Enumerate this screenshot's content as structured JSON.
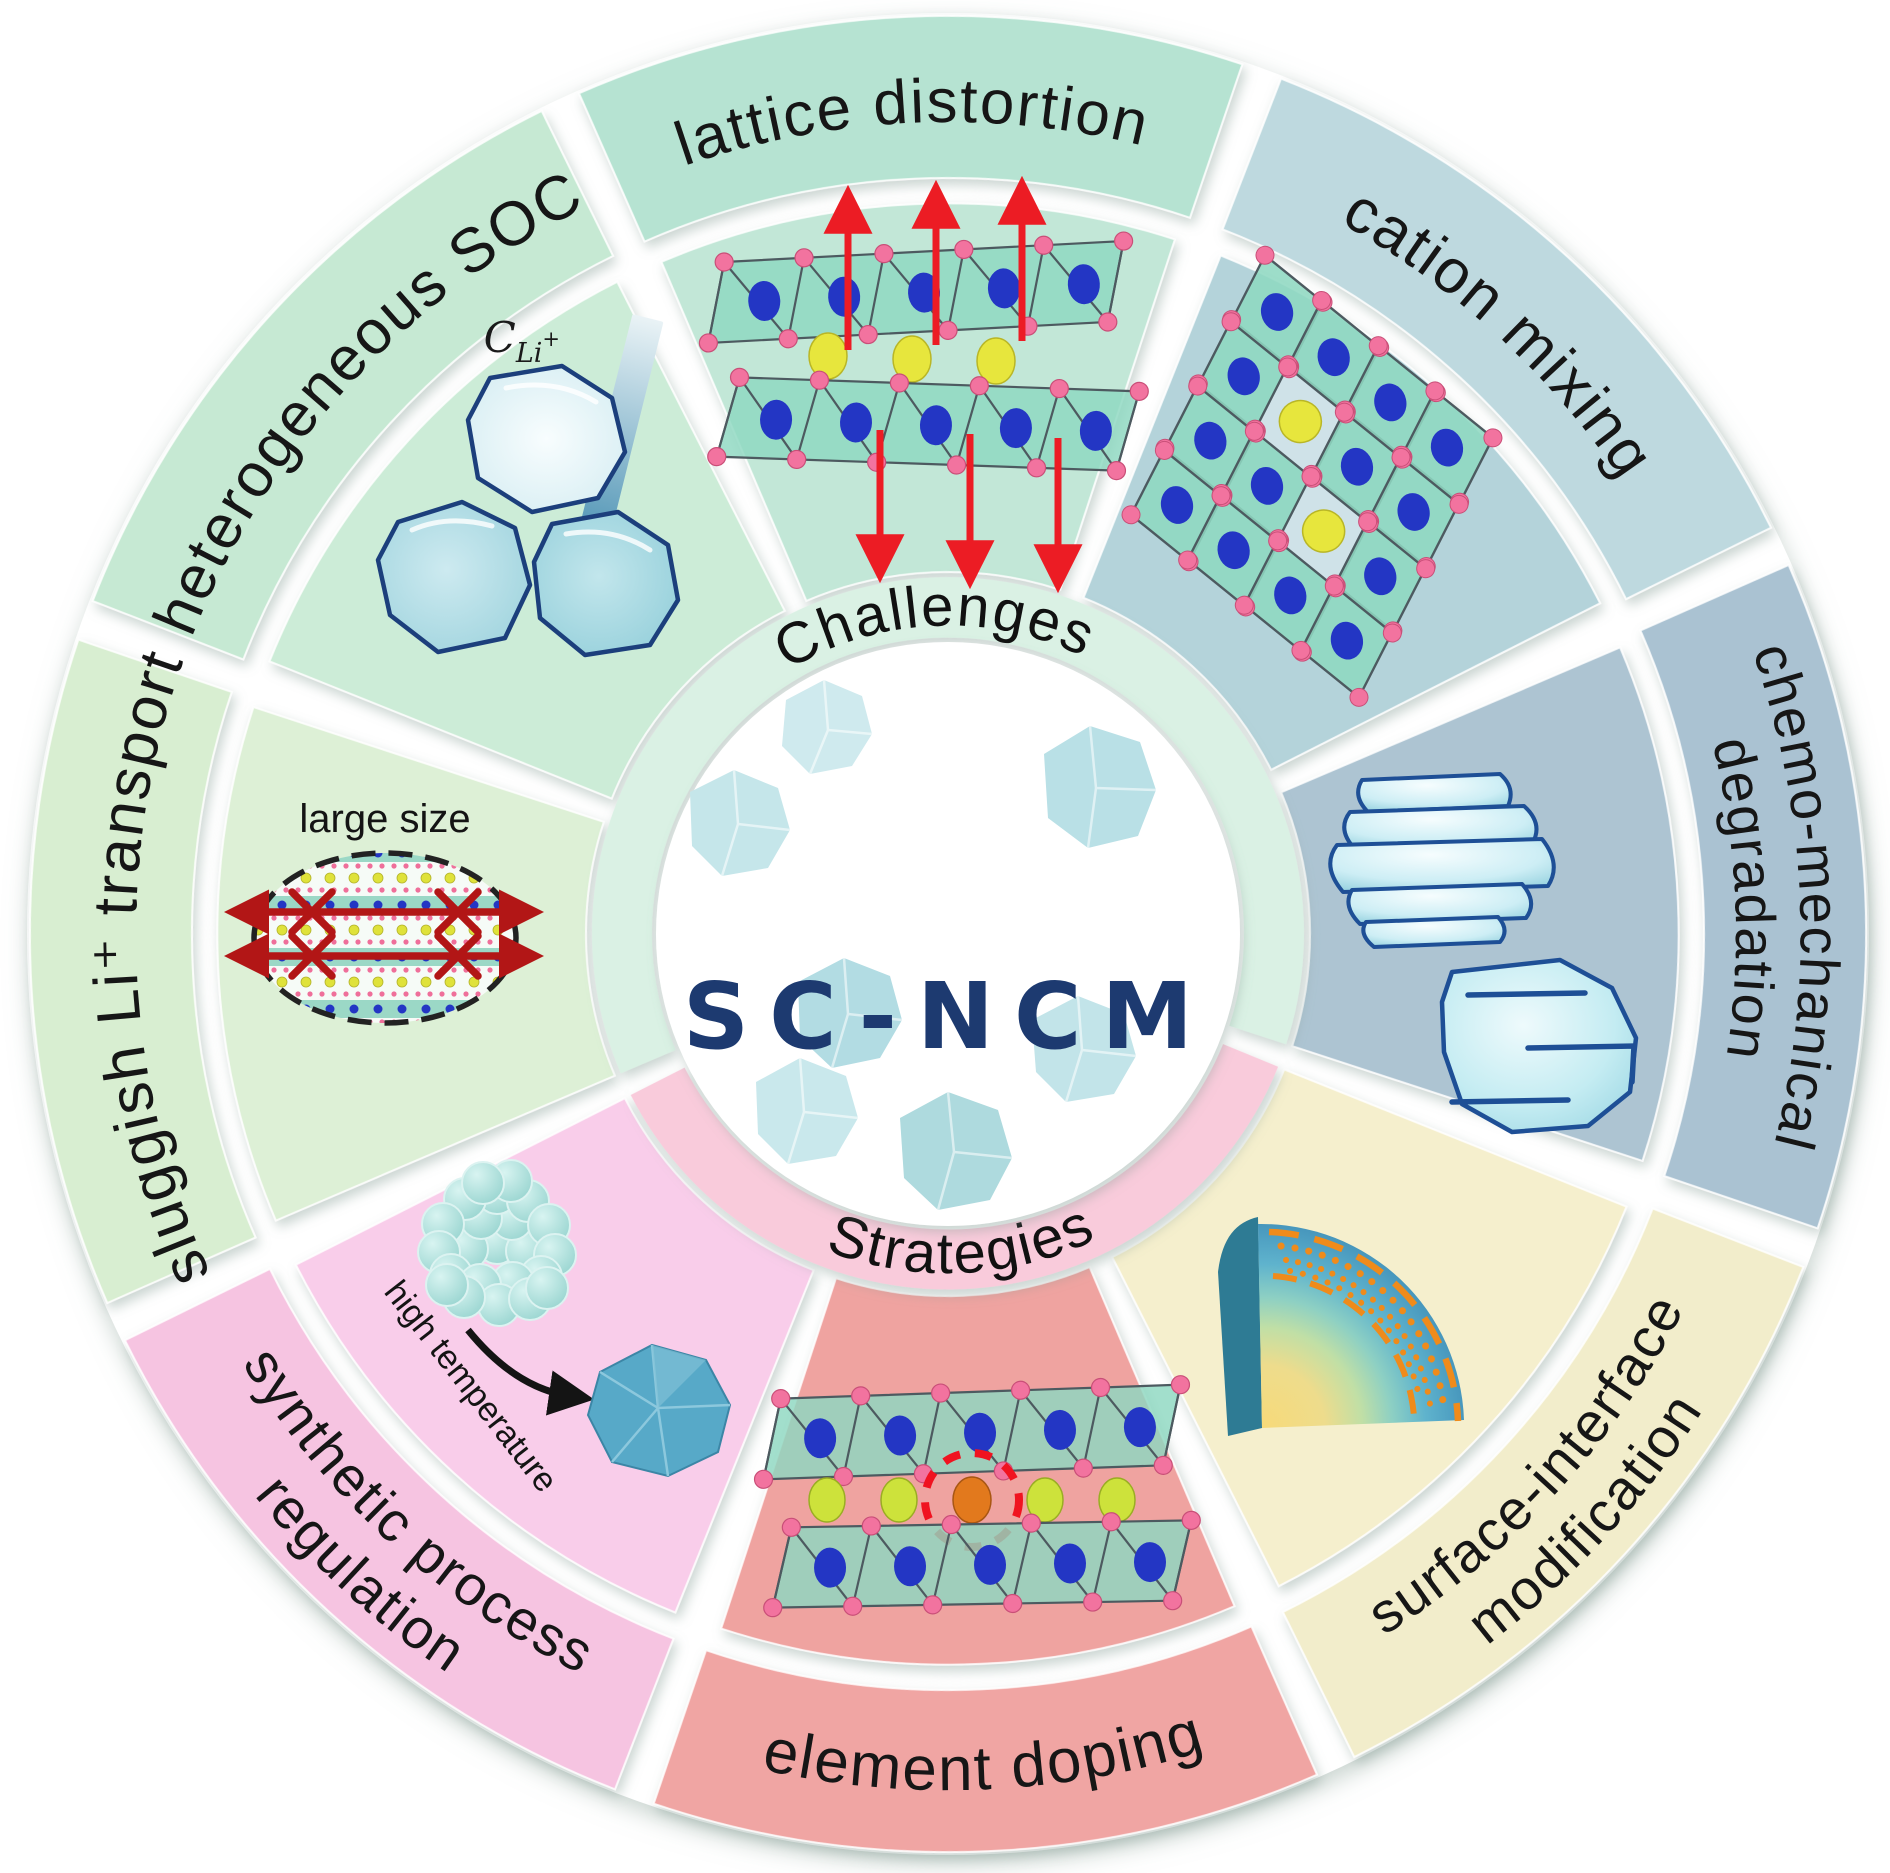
{
  "figure": {
    "type": "circular-wheel-diagram",
    "center": {
      "label": "SC-NCM",
      "text_color": "#1d3a70",
      "bg_color": "#ffffff"
    },
    "inner_ring": {
      "challenges": {
        "label": "Challenges",
        "color": "#daf1e4"
      },
      "strategies": {
        "label": "Strategies",
        "color": "#f9cbdb"
      }
    },
    "segments": [
      {
        "id": "lattice-distortion",
        "label": "lattice distortion",
        "group": "challenge",
        "outer_color": "#b6e3d2",
        "panel_color": "#c2e7d7"
      },
      {
        "id": "cation-mixing",
        "label": "cation mixing",
        "group": "challenge",
        "outer_color": "#bed9df",
        "panel_color": "#b4d3da"
      },
      {
        "id": "chemo-mechanical-degradation",
        "label": "chemo-mechanical degradation",
        "label_line1": "chemo-mechanical",
        "label_line2": "degradation",
        "group": "challenge",
        "outer_color": "#aac2d2",
        "panel_color": "#adc4d2"
      },
      {
        "id": "surface-interface-modification",
        "label": "surface-interface modification",
        "label_line1": "surface-interface",
        "label_line2": "modification",
        "group": "strategy",
        "outer_color": "#f2edcb",
        "panel_color": "#f5efcd"
      },
      {
        "id": "element-doping",
        "label": "element doping",
        "group": "strategy",
        "outer_color": "#f0a5a3",
        "panel_color": "#efa3a0"
      },
      {
        "id": "synthetic-process-regulation",
        "label": "synthetic process regulation",
        "label_line1": "synthetic process",
        "label_line2": "regulation",
        "group": "strategy",
        "outer_color": "#f6c4e1",
        "panel_color": "#f9cdea"
      },
      {
        "id": "sluggish-li-transport",
        "label": "sluggish Li⁺ transport",
        "group": "challenge",
        "outer_color": "#d8eed1",
        "panel_color": "#ddf0d6"
      },
      {
        "id": "heterogeneous-soc",
        "label": "heterogeneous SOC",
        "group": "challenge",
        "outer_color": "#c6e9d3",
        "panel_color": "#ccecd7"
      }
    ],
    "annotations": {
      "large_size": "large size",
      "high_temperature": "high temperature",
      "li_concentration": {
        "base": "C",
        "sub": "Li",
        "sup": "+"
      }
    },
    "palette": {
      "atom_blue": "#2336c4",
      "atom_pink": "#f2739f",
      "atom_yellow": "#e7e63d",
      "atom_yellow_green": "#cde23b",
      "atom_orange": "#e2791d",
      "octahedra_teal": "#8ed8c1",
      "arrow_red": "#ec1c24",
      "arrow_dark_red": "#b21616",
      "particle_outline_navy": "#1e4f96",
      "coating_orange": "#ef8b1b"
    }
  }
}
